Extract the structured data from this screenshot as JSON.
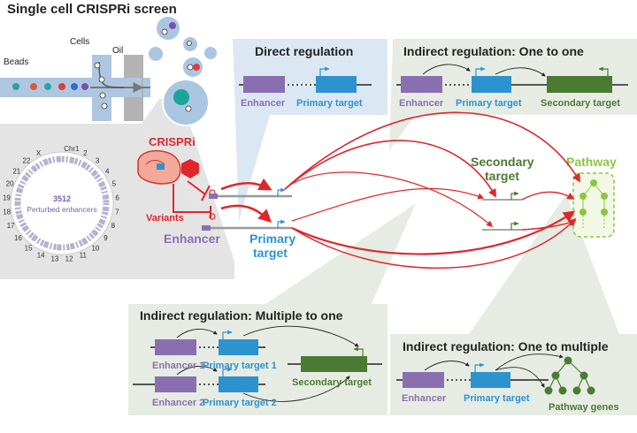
{
  "title": "Single cell CRISPRi screen",
  "droplet": {
    "beads": "Beads",
    "cells": "Cells",
    "oil": "Oil"
  },
  "chromosome": {
    "count": "3512",
    "caption": "Perturbed enhancers",
    "labels": [
      "Chr1",
      "2",
      "3",
      "4",
      "5",
      "6",
      "7",
      "8",
      "9",
      "10",
      "11",
      "12",
      "13",
      "14",
      "15",
      "16",
      "17",
      "18",
      "19",
      "20",
      "21",
      "22",
      "X"
    ]
  },
  "center": {
    "crispri": "CRISPRi",
    "variants": "Variants",
    "enhancer": "Enhancer",
    "primary_line1": "Primary",
    "primary_line2": "target",
    "secondary_line1": "Secondary",
    "secondary_line2": "target",
    "pathway": "Pathway"
  },
  "panels": {
    "direct": {
      "title": "Direct regulation",
      "enhancer": "Enhancer",
      "primary": "Primary target"
    },
    "one_to_one": {
      "title": "Indirect regulation: One to one",
      "enhancer": "Enhancer",
      "primary": "Primary target",
      "secondary": "Secondary target"
    },
    "multiple_to_one": {
      "title": "Indirect regulation: Multiple to one",
      "enhancer1": "Enhancer 1",
      "primary1": "Primary target 1",
      "enhancer2": "Enhancer 2",
      "primary2": "Primary target 2",
      "secondary": "Secondary target"
    },
    "one_to_multiple": {
      "title": "Indirect regulation: One to multiple",
      "enhancer": "Enhancer",
      "primary": "Primary target",
      "pathway_genes": "Pathway genes"
    }
  },
  "colors": {
    "enhancer": "#8a6fb0",
    "primary": "#2d93cf",
    "secondary": "#4b7a33",
    "pathway": "#8cc63f",
    "red": "#e0262b",
    "panel_bg": "#e6ece3",
    "panel_blue": "#dbe8f3",
    "gray_panel": "#e4e4e4"
  }
}
